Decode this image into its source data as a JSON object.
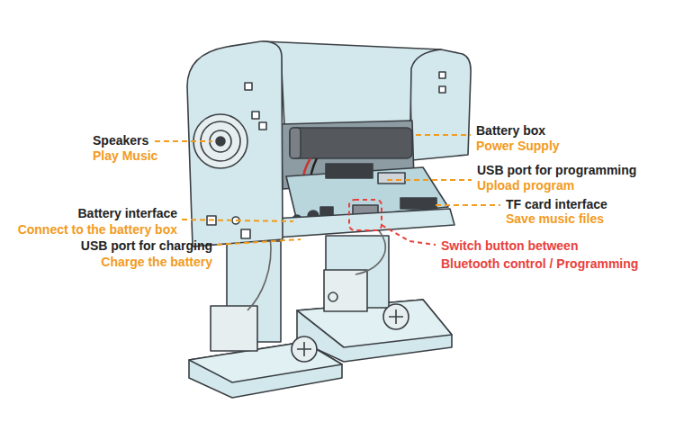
{
  "diagram": {
    "labels": [
      "Speakers",
      "Play Music",
      "Battery interface",
      "Connect to the battery box",
      "USB port for charging",
      "Charge the battery",
      "Battery box",
      "Power Supply",
      "USB port for programming",
      "Upload program",
      "TF card interface",
      "Save music files",
      "Switch button between Bluetooth control / Programming"
    ]
  }
}
